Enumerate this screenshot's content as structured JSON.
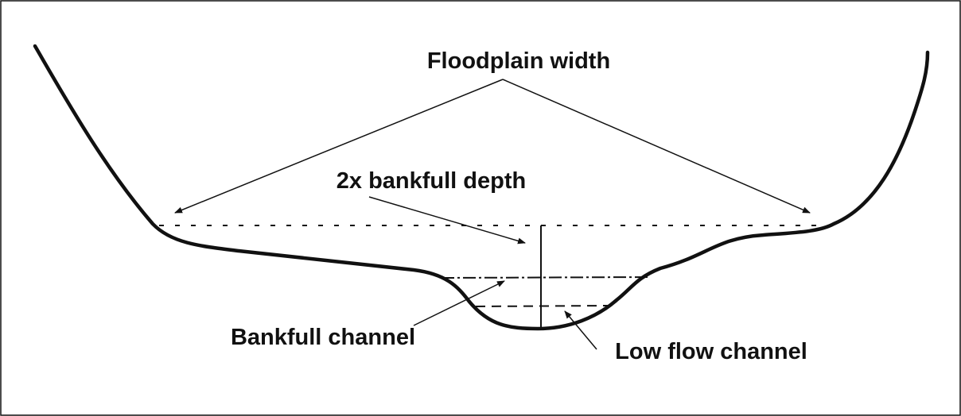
{
  "labels": {
    "floodplain_width": "Floodplain width",
    "bankfull_depth_2x": "2x bankfull depth",
    "bankfull_channel": "Bankfull channel",
    "low_flow_channel": "Low flow channel"
  },
  "colors": {
    "background": "#ffffff",
    "ink": "#111111"
  }
}
